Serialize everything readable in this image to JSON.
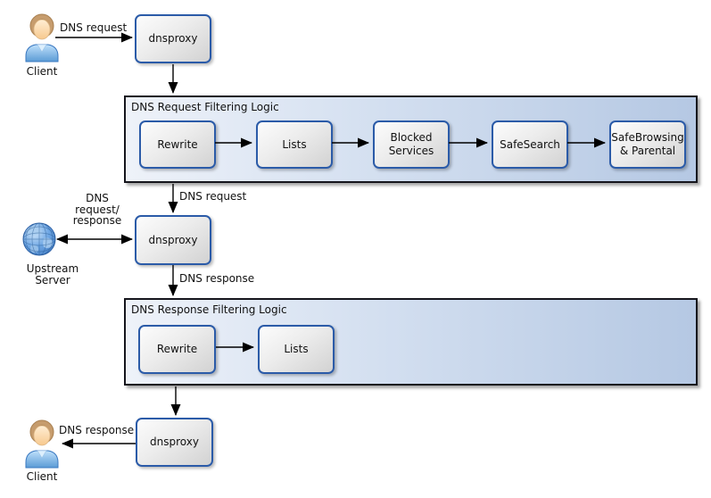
{
  "nodes": {
    "client_top": "Client",
    "client_bottom": "Client",
    "upstream": "Upstream\nServer",
    "dnsproxy_top": "dnsproxy",
    "dnsproxy_middle": "dnsproxy",
    "dnsproxy_bottom": "dnsproxy"
  },
  "edges": {
    "client_request": "DNS request",
    "filtered_request": "DNS request",
    "upstream_exchange": "DNS\nrequest/\nresponse",
    "upstream_response": "DNS response",
    "client_response": "DNS response"
  },
  "request_pipeline": {
    "title": "DNS Request Filtering Logic",
    "steps": [
      "Rewrite",
      "Lists",
      "Blocked Services",
      "SafeSearch",
      "SafeBrowsing & Parental"
    ]
  },
  "response_pipeline": {
    "title": "DNS Response Filtering Logic",
    "steps": [
      "Rewrite",
      "Lists"
    ]
  },
  "colors": {
    "node_border": "#2b5ba8",
    "container_border": "#16161d",
    "container_fill_left": "#eef2f9",
    "container_fill_right": "#b5c8e3",
    "node_fill_top": "#fcfcfc",
    "node_fill_bottom": "#d2d2d2",
    "arrow": "#000000"
  }
}
